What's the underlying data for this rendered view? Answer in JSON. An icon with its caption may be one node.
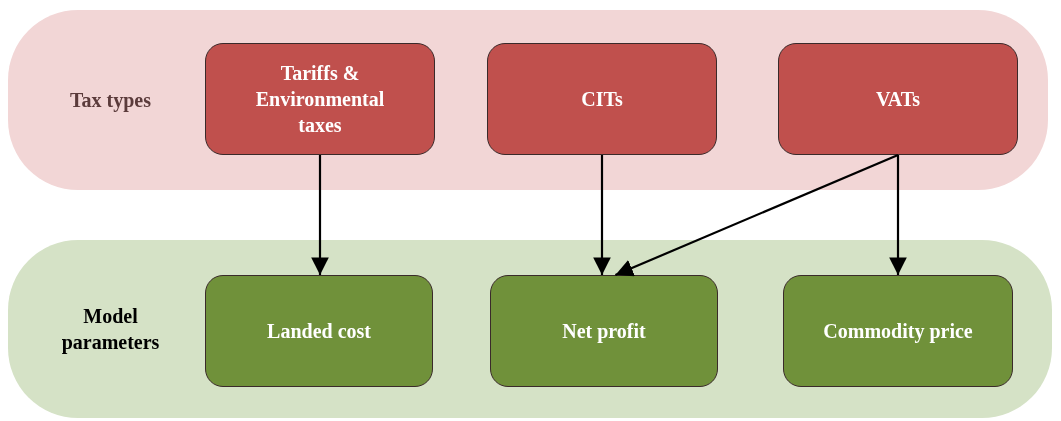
{
  "diagram": {
    "nodes": [
      {
        "text": [
          "Tax types"
        ]
      },
      {
        "text": [
          "Tariffs & Environmental taxes"
        ],
        "in": 0
      },
      {
        "text": [
          "CITs"
        ],
        "in": 0
      },
      {
        "text": [
          "VATs"
        ],
        "in": 0
      },
      {
        "text": [
          "Model parameters"
        ]
      },
      {
        "text": [
          "Landed cost"
        ],
        "in": 4
      },
      {
        "text": [
          "Net profit"
        ],
        "in": 4
      },
      {
        "text": [
          "Commodity price"
        ],
        "in": 4
      }
    ],
    "edges": [
      {
        "from": 1,
        "to": 5,
        "arrow": "to"
      },
      {
        "from": 2,
        "to": 6,
        "arrow": "to"
      },
      {
        "from": 3,
        "to": 6,
        "arrow": "to"
      },
      {
        "from": 3,
        "to": 7,
        "arrow": "to"
      }
    ]
  }
}
